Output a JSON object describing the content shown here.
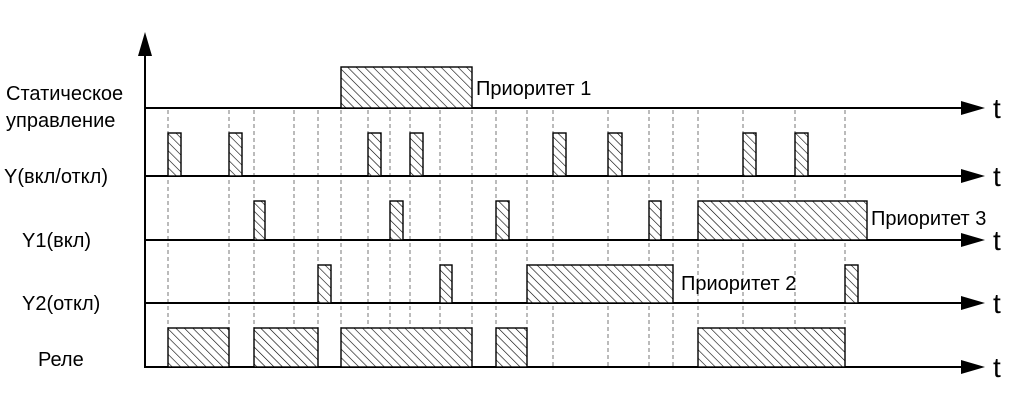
{
  "rows": [
    {
      "label": [
        "Статическое",
        "управление"
      ],
      "time_symbol": "t",
      "pulses": [
        [
          341,
          472
        ]
      ],
      "annotations": [
        {
          "text": "Приоритет 1"
        }
      ]
    },
    {
      "label": [
        "Y(вкл/откл)"
      ],
      "time_symbol": "t",
      "pulses": [
        [
          168,
          181
        ],
        [
          229,
          242
        ],
        [
          368,
          381
        ],
        [
          410,
          423
        ],
        [
          553,
          566
        ],
        [
          608,
          622
        ],
        [
          743,
          756
        ],
        [
          795,
          808
        ]
      ],
      "annotations": []
    },
    {
      "label": [
        "Y1(вкл)"
      ],
      "time_symbol": "t",
      "pulses": [
        [
          254,
          265
        ],
        [
          390,
          403
        ],
        [
          496,
          509
        ],
        [
          649,
          661
        ],
        [
          698,
          867
        ]
      ],
      "annotations": [
        {
          "text": "Приоритет 3"
        }
      ]
    },
    {
      "label": [
        "Y2(откл)"
      ],
      "time_symbol": "t",
      "pulses": [
        [
          318,
          331
        ],
        [
          440,
          452
        ],
        [
          527,
          673
        ],
        [
          845,
          858
        ]
      ],
      "annotations": [
        {
          "text": "Приоритет 2"
        }
      ]
    },
    {
      "label": [
        "Реле"
      ],
      "time_symbol": "t",
      "pulses": [
        [
          168,
          229
        ],
        [
          254,
          318
        ],
        [
          341,
          472
        ],
        [
          496,
          527
        ],
        [
          698,
          845
        ]
      ],
      "annotations": []
    }
  ],
  "guide_times": [
    168,
    229,
    254,
    294,
    318,
    341,
    368,
    390,
    410,
    440,
    472,
    496,
    527,
    553,
    608,
    649,
    673,
    698,
    743,
    795,
    845
  ]
}
